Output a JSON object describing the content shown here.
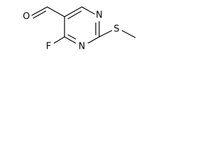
{
  "atoms": {
    "O": "O",
    "N3": "N",
    "N1": "N",
    "F": "F",
    "S": "S"
  }
}
